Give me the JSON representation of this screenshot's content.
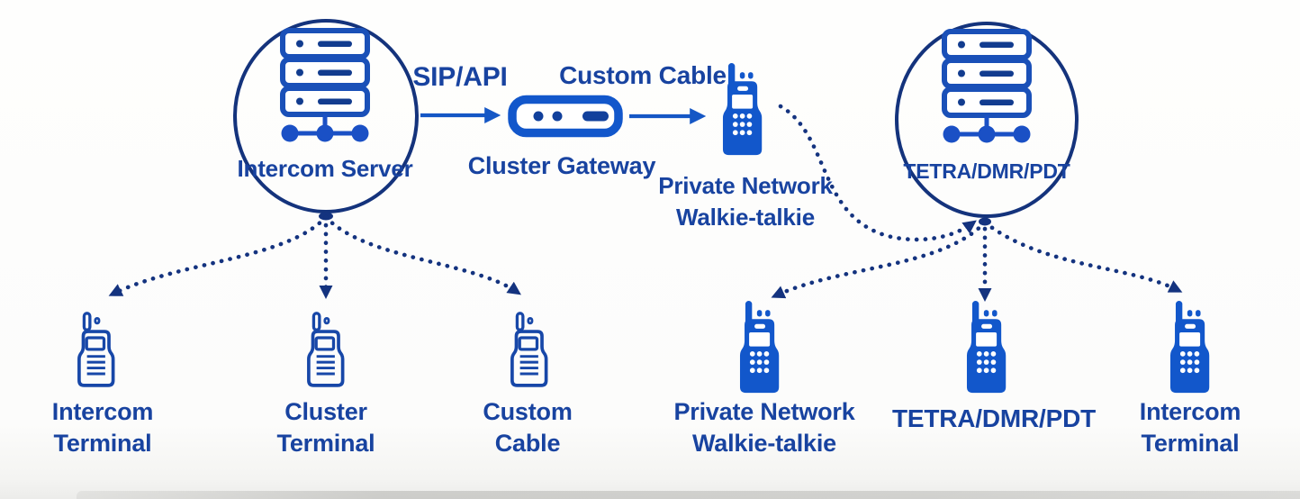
{
  "diagram_title": "Intercom / cluster interconnection diagram",
  "colors": {
    "label_text": "#1843a0",
    "connector_navy": "#14337f",
    "solid_arrow_blue": "#1557c5",
    "icon_fill_blue": "#1257cb",
    "icon_outline_blue": "#1747a8",
    "server_stroke_blue": "#1a50b8",
    "background": "#fcfcfb"
  },
  "icons": {
    "server-rack-icon": "three stacked server units above three linked network nodes",
    "gateway-icon": "horizontal pill device with two dots and a dash",
    "walkie-filled-icon": "solid blue walkie-talkie with white screen and keypad",
    "walkie-outline-icon": "outlined walkie-talkie with screen and speaker lines"
  },
  "hubs": {
    "left": {
      "label": "Intercom Server"
    },
    "right": {
      "label": "TETRA/DMR/PDT"
    }
  },
  "middle": {
    "sip_api": "SIP/API",
    "custom_cable": "Custom Cable",
    "cluster_gateway": "Cluster Gateway",
    "walkie": {
      "line1": "Private Network",
      "line2": "Walkie-talkie"
    }
  },
  "terminals": {
    "left": [
      {
        "line1": "Intercom",
        "line2": "Terminal"
      },
      {
        "line1": "Cluster",
        "line2": "Terminal"
      },
      {
        "line1": "Custom",
        "line2": "Cable"
      }
    ],
    "right": [
      {
        "line1": "Private Network",
        "line2": "Walkie-talkie"
      },
      {
        "line1": "TETRA/DMR/PDT",
        "line2": ""
      },
      {
        "line1": "Intercom",
        "line2": "Terminal"
      }
    ]
  }
}
